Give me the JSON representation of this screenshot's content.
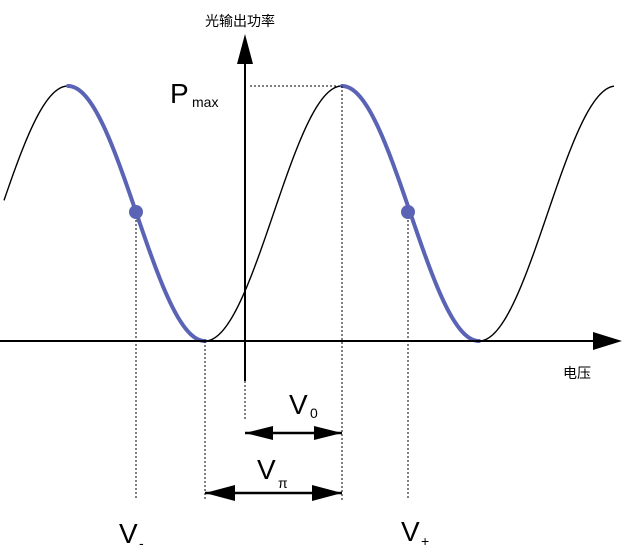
{
  "diagram": {
    "y_axis_label": "光输出功率",
    "x_axis_label": "电压",
    "pmax_main": "P",
    "pmax_sub": "max",
    "v0_main": "V",
    "v0_sub": "0",
    "vpi_main": "V",
    "vpi_sub": "π",
    "vminus_main": "V",
    "vminus_sub": "-",
    "vplus_main": "V",
    "vplus_sub": "+",
    "colors": {
      "curve": "#000000",
      "highlight": "#5b63b5",
      "point": "#5b63b5",
      "axis": "#000000"
    }
  }
}
